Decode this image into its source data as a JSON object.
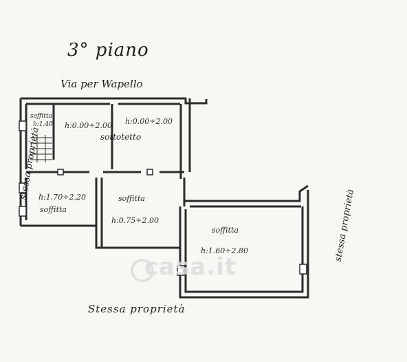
{
  "header": {
    "title": "3° piano",
    "street": "Via per Wapello"
  },
  "boundaries": {
    "left": "stessa proprietà",
    "right": "stessa proprietà",
    "bottom": "Stessa proprietà"
  },
  "rooms": [
    {
      "id": "r1",
      "name": "soffitta",
      "height": "h:1.40"
    },
    {
      "id": "r2",
      "name": "",
      "height": "h:0.00÷2.00"
    },
    {
      "id": "r3",
      "name": "sottotetto",
      "height": "h:0.00÷2.00"
    },
    {
      "id": "r4",
      "name": "soffitta",
      "height": "h:1.70÷2.20"
    },
    {
      "id": "r5",
      "name": "soffitta",
      "height": "h:0.75÷2.00"
    },
    {
      "id": "r6",
      "name": "soffitta",
      "height": "h:1.60÷2.80"
    }
  ],
  "watermark": "casa.it",
  "colors": {
    "wall": "#2b2b2b",
    "background": "#f7f7f4"
  }
}
